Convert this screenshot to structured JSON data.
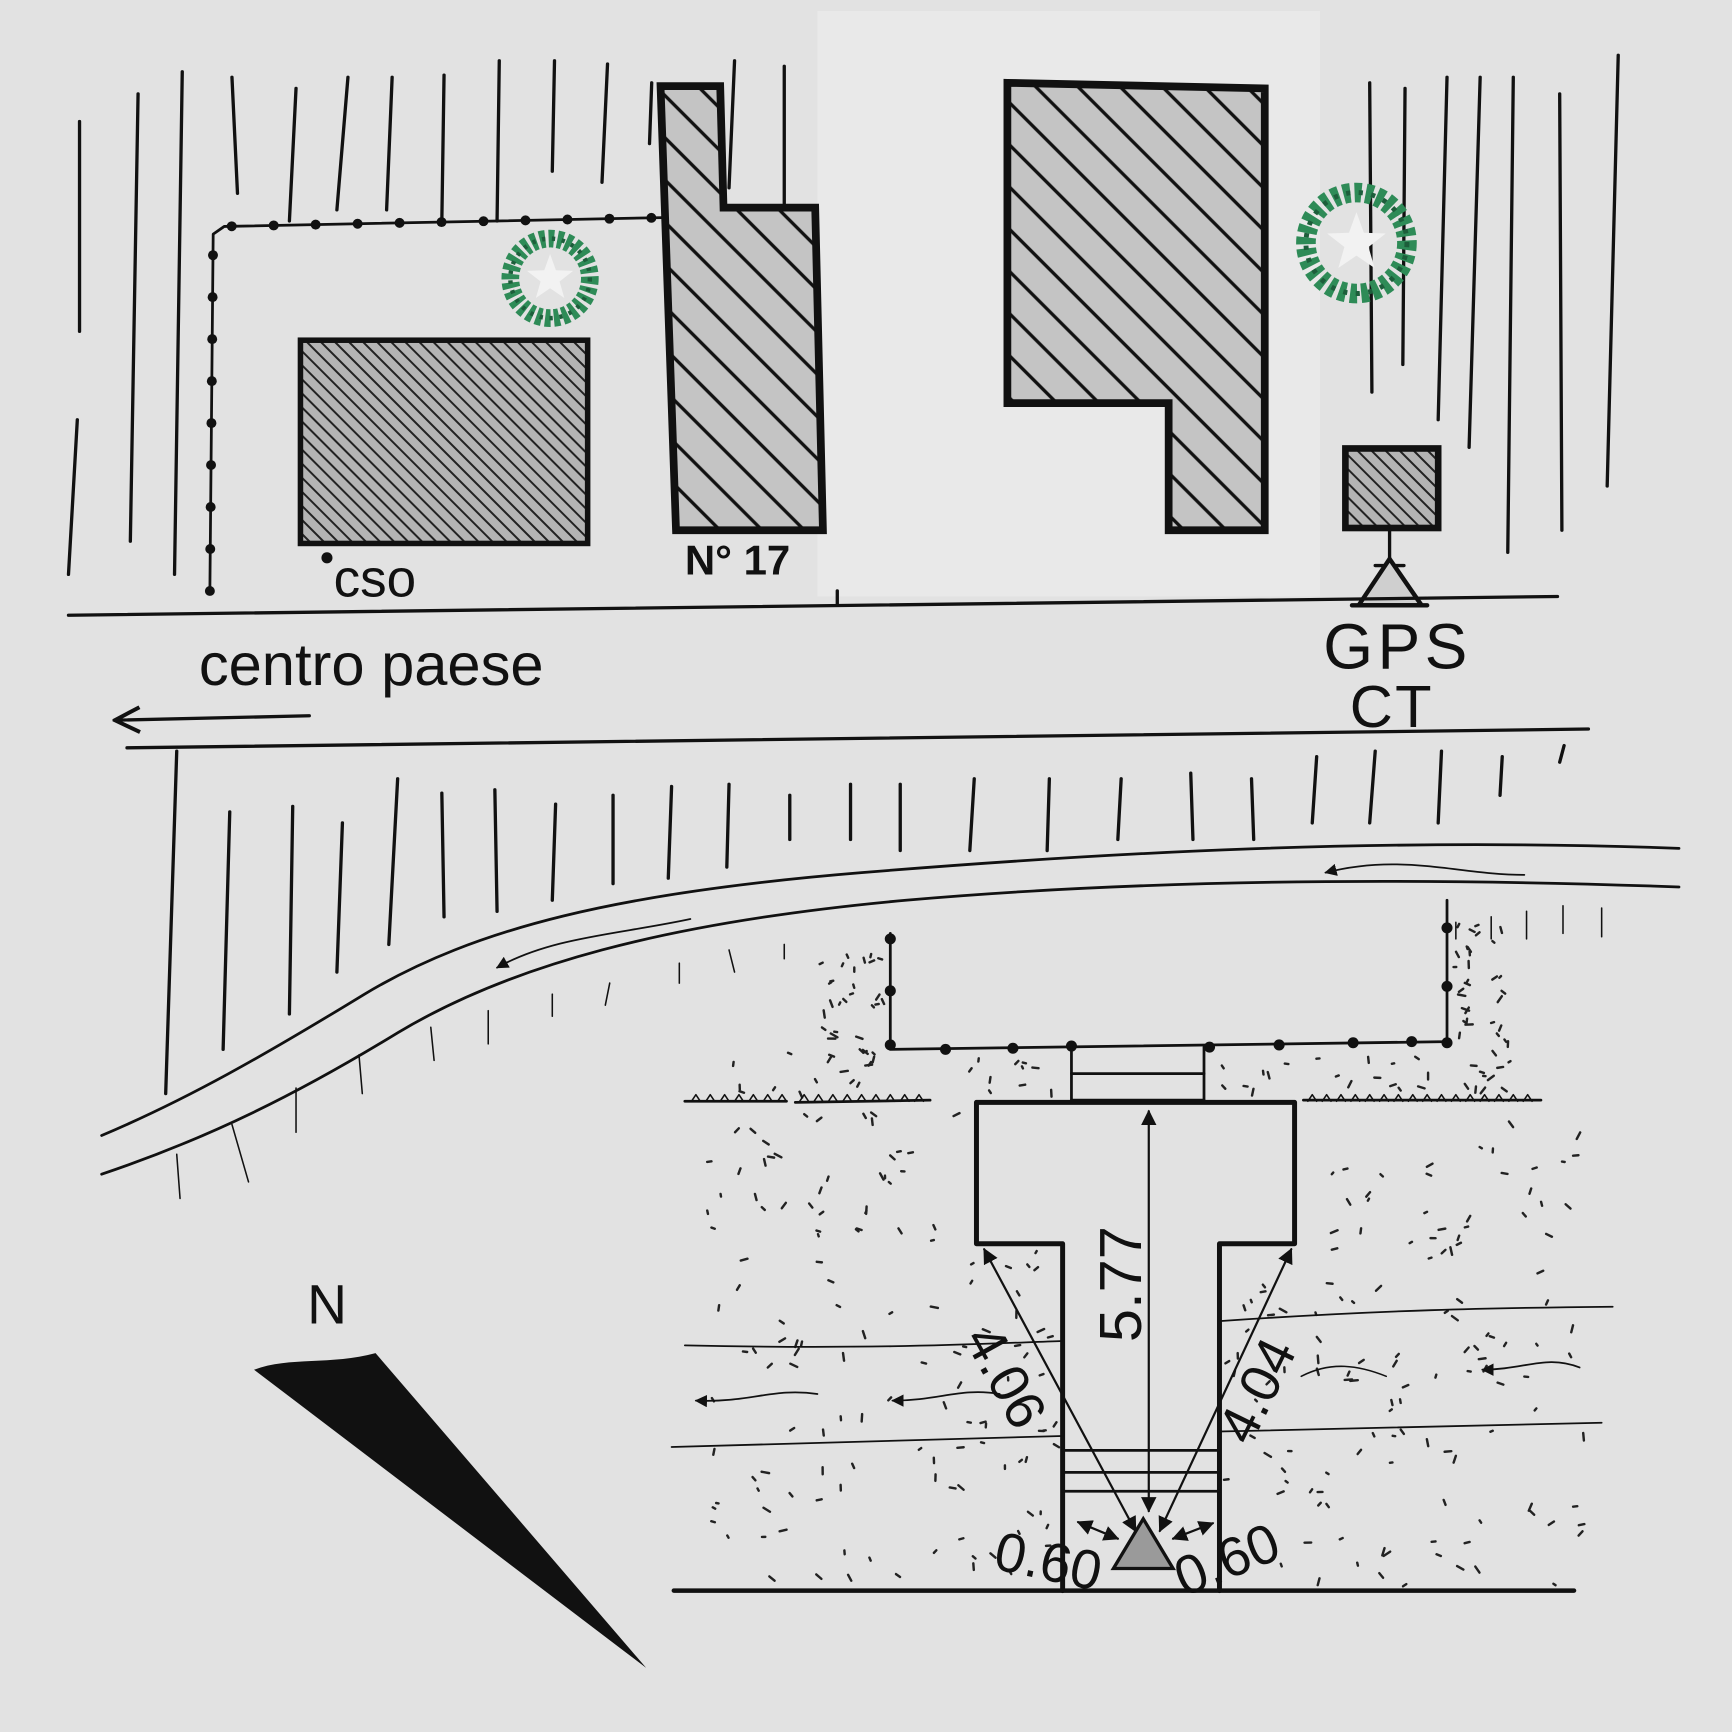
{
  "labels": {
    "point_name": "cso",
    "house_number": "N° 17",
    "direction": "centro paese",
    "station_type": "GPS",
    "station_code": "CT",
    "north": "N"
  },
  "measurements": {
    "vertical": "5.77",
    "diagonal_left": "4.06",
    "diagonal_right": "4.04",
    "offset_left": "0.60",
    "offset_right": "0.60"
  },
  "colors": {
    "background": "#e2e2e2",
    "ink": "#111111",
    "tree": "#2e8b57",
    "building": "#c4c4c4",
    "building_dark": "#b4b4b4",
    "marker": "#9a9a9a"
  },
  "icons": {
    "tree": "tree-icon",
    "north": "north-arrow-icon",
    "station": "gps-station-icon",
    "benchmark": "survey-point-icon",
    "flow": "flow-arrow-icon"
  }
}
